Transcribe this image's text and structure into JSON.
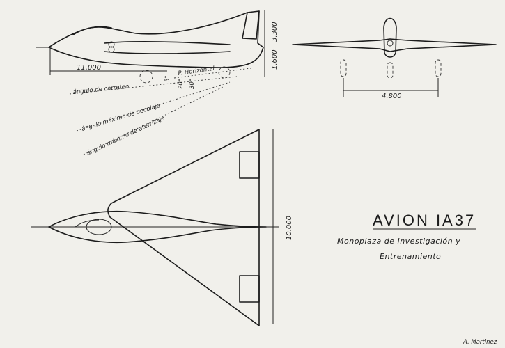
{
  "title": "AVION IA37",
  "subtitle_line1": "Monoplaza de Investigación y",
  "subtitle_line2": "Entrenamiento",
  "signature": "A. Martinez",
  "dims": {
    "length": "11.000",
    "height_top": "3.300",
    "height_bottom": "1.600",
    "track": "4.800",
    "span": "10.000"
  },
  "angles": {
    "horizontal": "P. Horizontal",
    "carreteo": "ángulo de carreteo",
    "decolaje": "ángulo máximo de decolaje",
    "aterrizaje": "ángulo máximo de aterrizaje",
    "a5": "5°",
    "a20": "20°",
    "a30": "30°"
  }
}
